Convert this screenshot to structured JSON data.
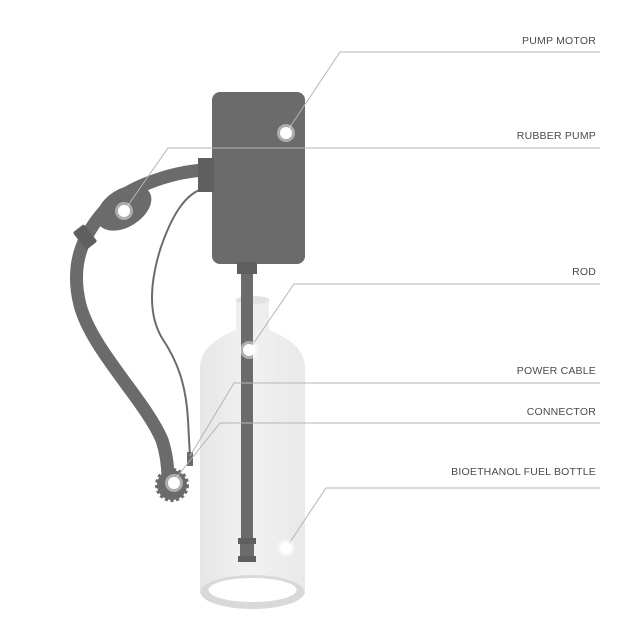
{
  "colors": {
    "device": "#6b6b6b",
    "bottle": "#ececec",
    "leader": "#b4b4b4",
    "label": "#4a4a4a",
    "marker": "#ffffff"
  },
  "labels": {
    "pump_motor": "PUMP MOTOR",
    "rubber_pump": "RUBBER PUMP",
    "rod": "ROD",
    "power_cable": "POWER CABLE",
    "connector": "CONNECTOR",
    "fuel_bottle": "BIOETHANOL FUEL BOTTLE"
  }
}
